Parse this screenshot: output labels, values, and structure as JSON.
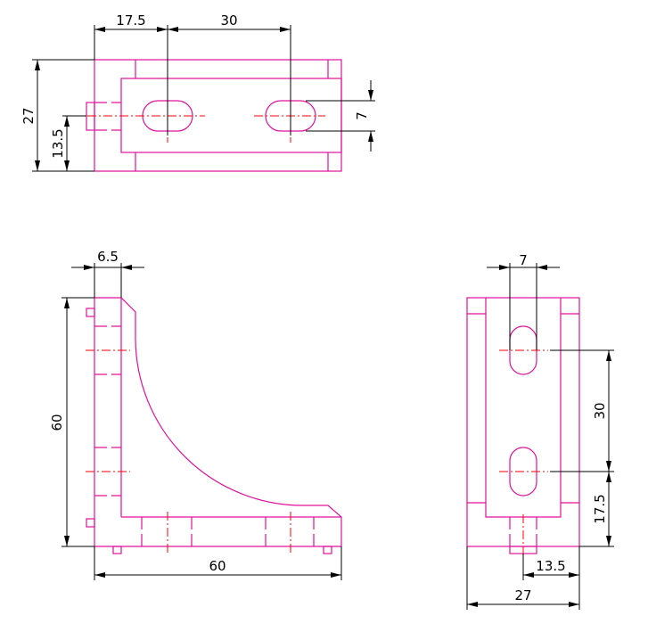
{
  "drawing": {
    "colors": {
      "object": "#e0109b",
      "center": "#ff0000",
      "dimension": "#000000"
    },
    "top_view": {
      "dims": {
        "left_offset": "17.5",
        "slot_spacing": "30",
        "height": "27",
        "center_height": "13.5",
        "slot_width": "7"
      }
    },
    "front_view": {
      "dims": {
        "thickness": "6.5",
        "height": "60",
        "width": "60"
      }
    },
    "side_view": {
      "dims": {
        "slot_width": "7",
        "slot_spacing": "30",
        "bottom_offset": "17.5",
        "center_offset": "13.5",
        "width": "27"
      }
    }
  }
}
